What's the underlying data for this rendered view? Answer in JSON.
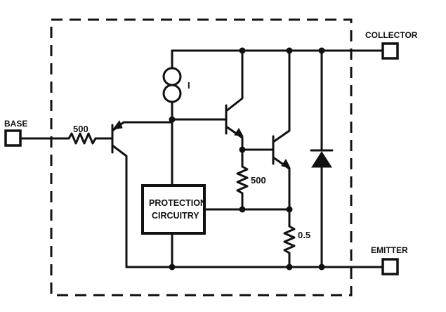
{
  "terminals": {
    "base": "BASE",
    "collector": "COLLECTOR",
    "emitter": "EMITTER"
  },
  "components": {
    "base_resistor": "500",
    "current_source": "I",
    "bias_resistor": "500",
    "sense_resistor": "0.5",
    "protection_line1": "PROTECTION",
    "protection_line2": "CIRCUITRY"
  },
  "icons": [
    "npn-transistor-icon",
    "resistor-icon",
    "current-source-icon",
    "diode-icon",
    "terminal-pin-icon"
  ]
}
